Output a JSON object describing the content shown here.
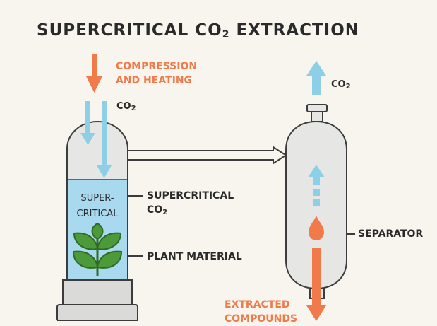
{
  "title": {
    "main": "SUPERCRITICAL CO",
    "sub": "2",
    "tail": " EXTRACTION"
  },
  "labels": {
    "compression_line1": "COMPRESSION",
    "compression_line2": "AND HEATING",
    "co2_in_main": "CO",
    "co2_in_sub": "2",
    "co2_out_main": "CO",
    "co2_out_sub": "2",
    "vessel_text_line1": "SUPER-",
    "vessel_text_line2": "CRITICAL",
    "supercritical_line1": "SUPERCRITICAL",
    "supercritical_line2_main": "CO",
    "supercritical_line2_sub": "2",
    "plant_material": "PLANT MATERIAL",
    "separator": "SEPARATOR",
    "extracted_line1": "EXTRACTED",
    "extracted_line2": "COMPOUNDS"
  },
  "colors": {
    "background": "#f8f5ee",
    "orange": "#f07a4a",
    "light_blue": "#8ecfe8",
    "liquid": "#a9d9ef",
    "vessel_fill": "#e6e6e4",
    "outline": "#3c3c3c",
    "leaf": "#4d9a3a",
    "leaf_dark": "#2f6b25"
  }
}
